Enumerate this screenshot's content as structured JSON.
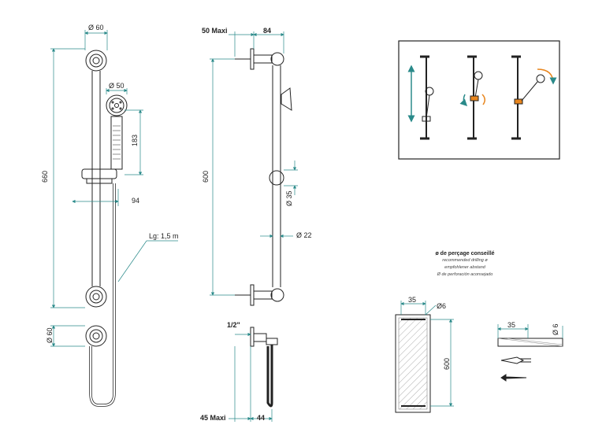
{
  "front_view": {
    "width_label": "Ø 60",
    "height_label": "660",
    "head_label": "Ø 50",
    "head_length_label": "183",
    "slider_label": "94",
    "hose_label": "Lg: 1,5 m",
    "outlet_label": "Ø 60"
  },
  "side_view": {
    "wall_label": "50 Maxi",
    "depth_label": "84",
    "height_label": "600",
    "knob_label": "Ø 35",
    "bar_label": "Ø 22",
    "thread_label": "1/2\"",
    "bottom_left_label": "45 Maxi",
    "bottom_right_label": "44"
  },
  "drilling": {
    "title": "ø de perçage conseillé",
    "lines": [
      "recommended drilling ø",
      "empfohlener abstand",
      "Ø de perforación aconsejado"
    ],
    "width_label": "35",
    "hole_label": "Ø6",
    "height_label": "600",
    "screw_width_label": "35",
    "screw_hole_label": "Ø 6"
  },
  "colors": {
    "line": "#222222",
    "dimension": "#2a8a8a",
    "accent": "#e8861e"
  }
}
